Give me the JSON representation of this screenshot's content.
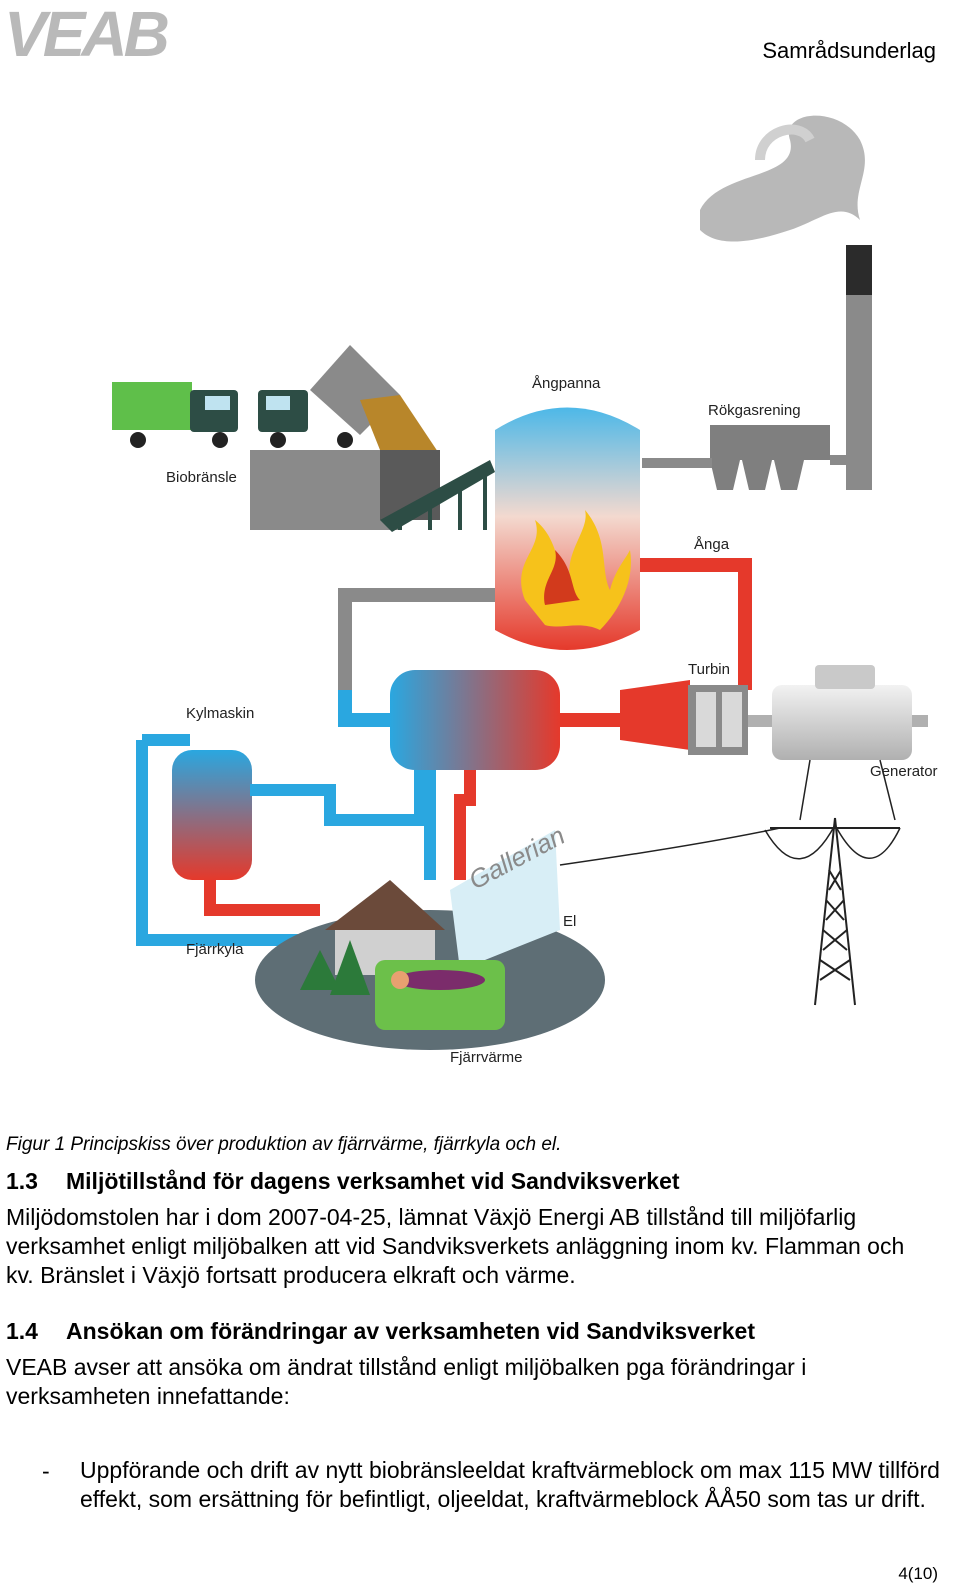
{
  "header": {
    "logo_text": "VEAB",
    "doc_type": "Samrådsunderlag"
  },
  "diagram": {
    "labels": {
      "biobransle": "Biobränsle",
      "angpanna": "Ångpanna",
      "rokgasrening": "Rökgasrening",
      "anga": "Ånga",
      "turbin": "Turbin",
      "kylmaskin": "Kylmaskin",
      "generator": "Generator",
      "galleria": "Gallerian",
      "el": "El",
      "fjarrkyla": "Fjärrkyla",
      "fjarrvarme": "Fjärrvärme"
    },
    "colors": {
      "hot": "#e5392b",
      "cold": "#2aa7e0",
      "grey": "#8a8a8a",
      "truck_green": "#5fbf4a",
      "truck_dark": "#2d4d45"
    }
  },
  "caption": "Figur 1 Principskiss över produktion av fjärrvärme, fjärrkyla och el.",
  "section_13": {
    "number": "1.3",
    "title": "Miljötillstånd för dagens verksamhet vid Sandviksverket",
    "body": "Miljödomstolen har i dom 2007-04-25, lämnat Växjö Energi AB tillstånd till miljöfarlig verksamhet enligt miljöbalken att vid Sandviksverkets anläggning inom kv. Flamman och kv. Bränslet i Växjö fortsatt producera elkraft och värme."
  },
  "section_14": {
    "number": "1.4",
    "title": "Ansökan om förändringar av verksamheten vid Sandviksverket",
    "body": "VEAB avser att ansöka om ändrat tillstånd enligt miljöbalken pga förändringar i verksamheten innefattande:",
    "bullet_marker": "-",
    "bullet": "Uppförande och drift av nytt biobränsleeldat kraftvärmeblock om max 115 MW tillförd effekt, som ersättning för befintligt, oljeeldat, kraftvärmeblock ÅÅ50 som tas ur drift."
  },
  "footer": {
    "page": "4(10)"
  }
}
